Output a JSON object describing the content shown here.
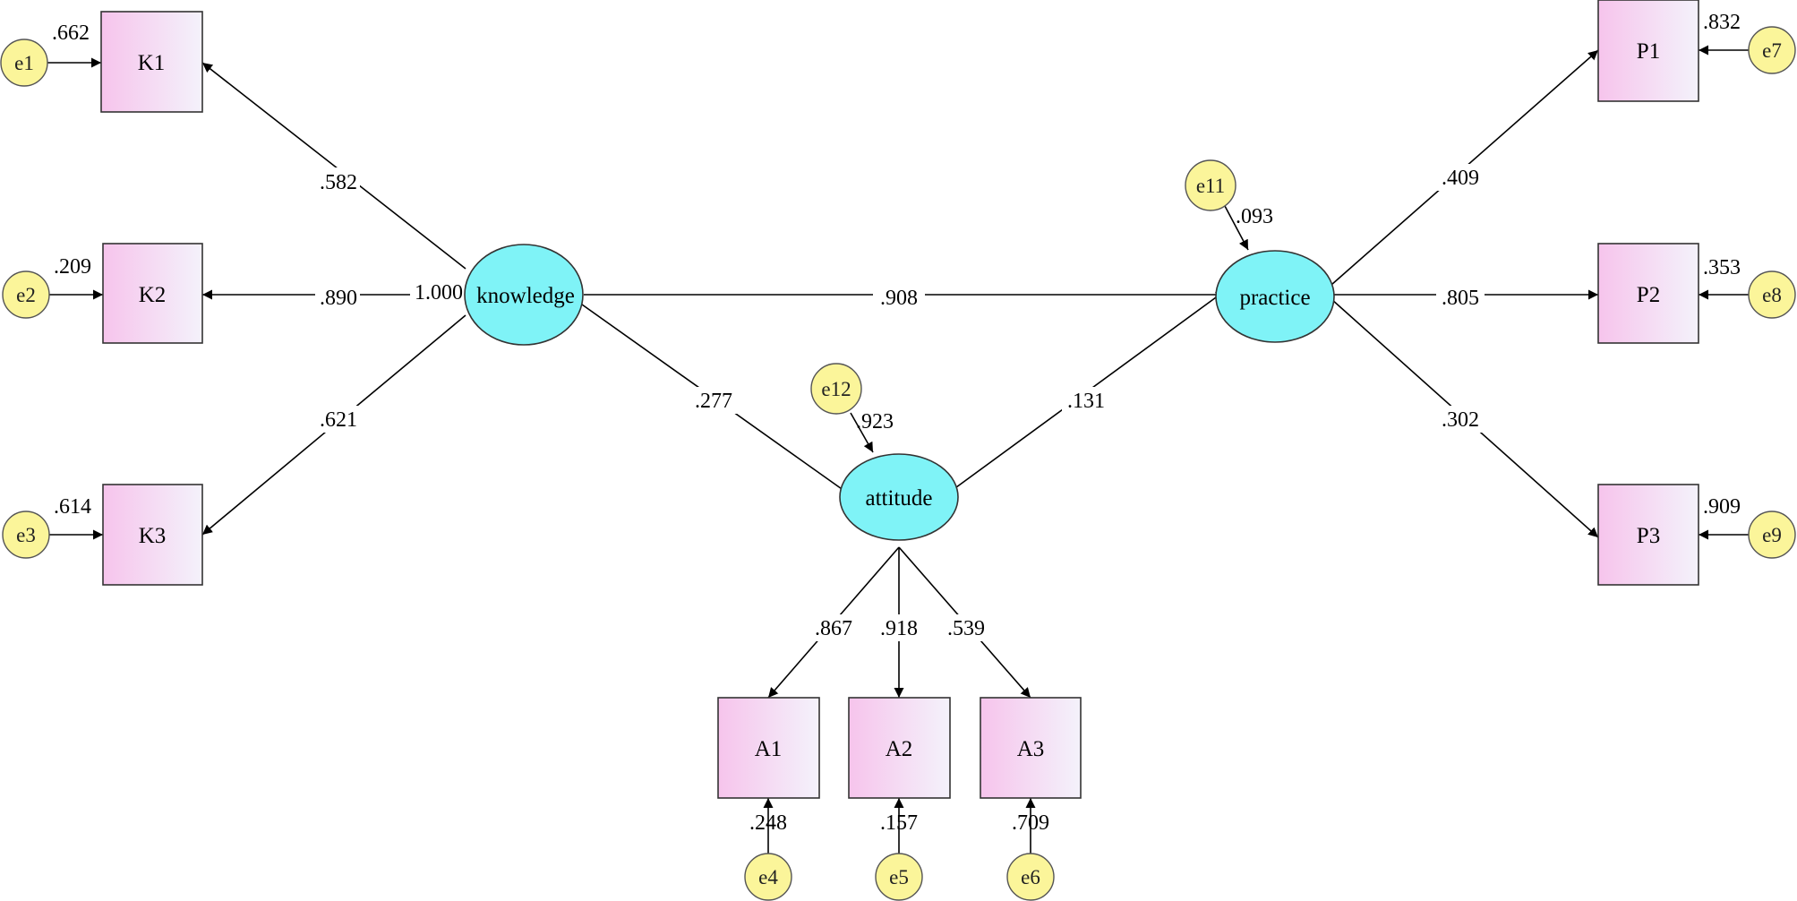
{
  "colors": {
    "latent_fill": "#7ff3f7",
    "error_fill": "#fbf59a",
    "observed_fill_start": "#f6c4ec",
    "observed_fill_end": "#f4f2fb"
  },
  "latent": {
    "knowledge": "knowledge",
    "attitude": "attitude",
    "practice": "practice"
  },
  "observed": {
    "K1": "K1",
    "K2": "K2",
    "K3": "K3",
    "A1": "A1",
    "A2": "A2",
    "A3": "A3",
    "P1": "P1",
    "P2": "P2",
    "P3": "P3"
  },
  "errors": {
    "e1": "e1",
    "e2": "e2",
    "e3": "e3",
    "e4": "e4",
    "e5": "e5",
    "e6": "e6",
    "e7": "e7",
    "e8": "e8",
    "e9": "e9",
    "e11": "e11",
    "e12": "e12"
  },
  "loadings": {
    "knowledge_K1": ".582",
    "knowledge_K2": ".890",
    "knowledge_K3": ".621",
    "attitude_A1": ".867",
    "attitude_A2": ".918",
    "attitude_A3": ".539",
    "practice_P1": ".409",
    "practice_P2": ".805",
    "practice_P3": ".302"
  },
  "paths": {
    "knowledge_practice": ".908",
    "knowledge_attitude": ".277",
    "attitude_practice": ".131"
  },
  "r_squared": {
    "knowledge": "1.000",
    "attitude": ".923",
    "practice": ".093",
    "K1": ".662",
    "K2": ".209",
    "K3": ".614",
    "A1": ".248",
    "A2": ".157",
    "A3": ".709",
    "P1": ".832",
    "P2": ".353",
    "P3": ".909"
  }
}
